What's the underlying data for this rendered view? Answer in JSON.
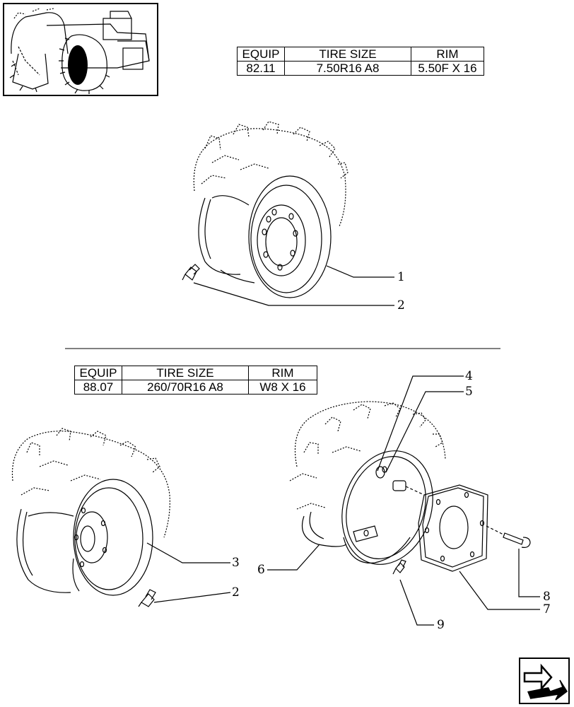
{
  "tables": [
    {
      "headers": [
        "EQUIP",
        "TIRE SIZE",
        "RIM"
      ],
      "row": [
        "82.11",
        "7.50R16 A8",
        "5.50F X 16"
      ]
    },
    {
      "headers": [
        "EQUIP",
        "TIRE SIZE",
        "RIM"
      ],
      "row": [
        "88.07",
        "260/70R16 A8",
        "W8 X 16"
      ]
    }
  ],
  "callouts": [
    "1",
    "2",
    "3",
    "2",
    "4",
    "5",
    "6",
    "7",
    "8",
    "9"
  ],
  "icons": {
    "thumbnail": "tractor-thumbnail-icon",
    "nav": "next-page-arrow-icon"
  }
}
